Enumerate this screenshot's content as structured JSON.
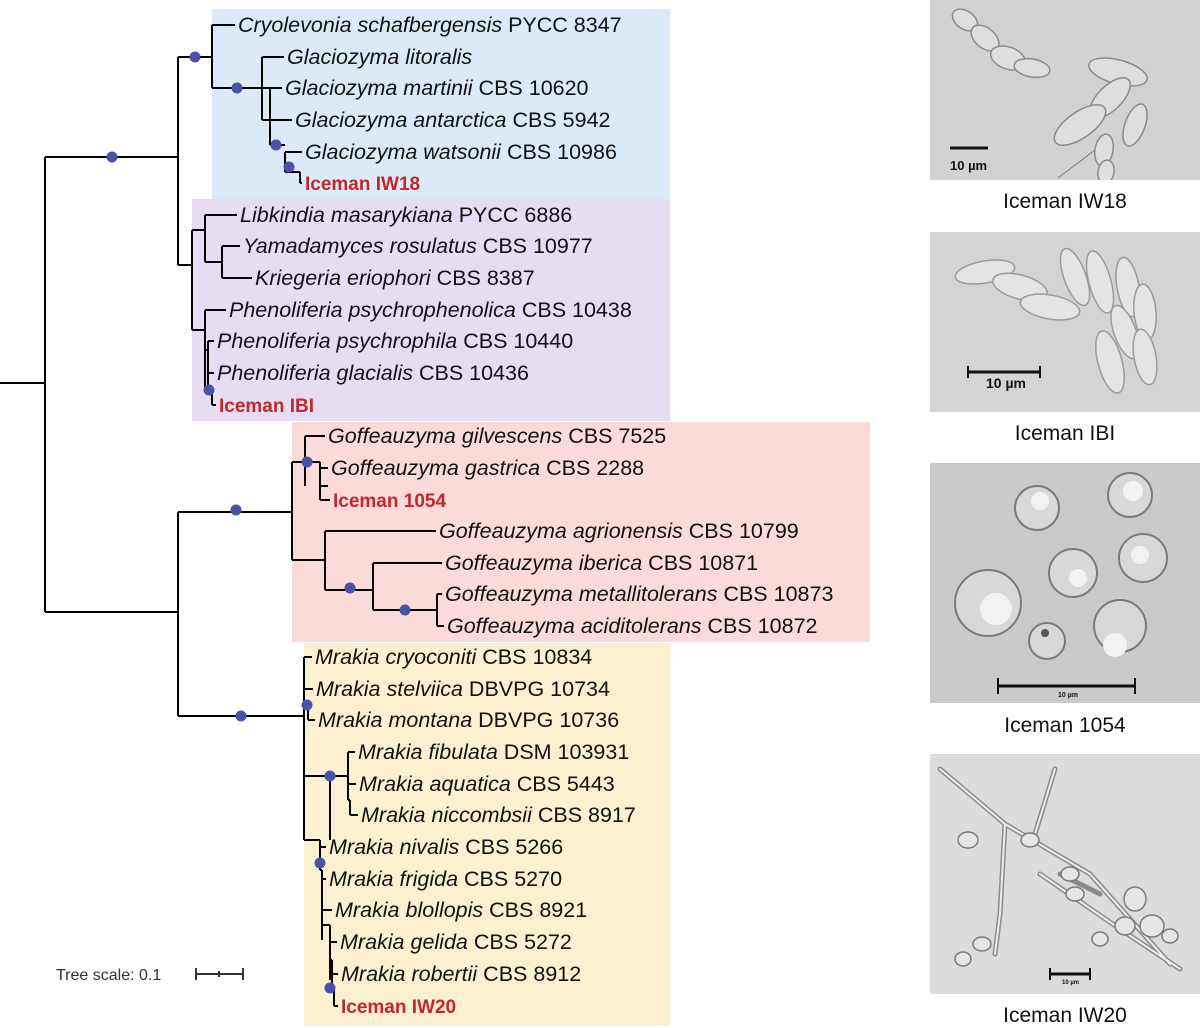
{
  "clades": [
    {
      "name": "blue",
      "color": "#dce9f8"
    },
    {
      "name": "purple",
      "color": "#e6ddf3"
    },
    {
      "name": "red",
      "color": "#fbdada"
    },
    {
      "name": "yellow",
      "color": "#fcf0d1"
    }
  ],
  "taxa": [
    {
      "species": "Cryolevonia schafbergensis",
      "strain": "PYCC 8347",
      "iceman": false
    },
    {
      "species": "Glaciozyma litoralis",
      "strain": "",
      "iceman": false
    },
    {
      "species": "Glaciozyma martinii",
      "strain": "CBS 10620",
      "iceman": false
    },
    {
      "species": "Glaciozyma antarctica",
      "strain": "CBS 5942",
      "iceman": false
    },
    {
      "species": "Glaciozyma watsonii",
      "strain": "CBS 10986",
      "iceman": false
    },
    {
      "species": "",
      "strain": "Iceman IW18",
      "iceman": true
    },
    {
      "species": "Libkindia masarykiana",
      "strain": "PYCC 6886",
      "iceman": false
    },
    {
      "species": "Yamadamyces rosulatus",
      "strain": "CBS 10977",
      "iceman": false
    },
    {
      "species": "Kriegeria eriophori",
      "strain": "CBS 8387",
      "iceman": false
    },
    {
      "species": "Phenoliferia psychrophenolica",
      "strain": "CBS 10438",
      "iceman": false
    },
    {
      "species": "Phenoliferia psychrophila",
      "strain": "CBS 10440",
      "iceman": false
    },
    {
      "species": "Phenoliferia glacialis",
      "strain": "CBS 10436",
      "iceman": false
    },
    {
      "species": "",
      "strain": "Iceman IBI",
      "iceman": true
    },
    {
      "species": "Goffeauzyma gilvescens",
      "strain": "CBS 7525",
      "iceman": false
    },
    {
      "species": "Goffeauzyma gastrica",
      "strain": "CBS 2288",
      "iceman": false
    },
    {
      "species": "",
      "strain": "Iceman 1054",
      "iceman": true
    },
    {
      "species": "Goffeauzyma agrionensis",
      "strain": "CBS 10799",
      "iceman": false
    },
    {
      "species": "Goffeauzyma iberica",
      "strain": "CBS 10871",
      "iceman": false
    },
    {
      "species": "Goffeauzyma metallitolerans",
      "strain": "CBS 10873",
      "iceman": false
    },
    {
      "species": "Goffeauzyma aciditolerans",
      "strain": "CBS 10872",
      "iceman": false
    },
    {
      "species": "Mrakia cryoconiti",
      "strain": "CBS 10834",
      "iceman": false
    },
    {
      "species": "Mrakia stelviica",
      "strain": "DBVPG 10734",
      "iceman": false
    },
    {
      "species": "Mrakia montana",
      "strain": "DBVPG 10736",
      "iceman": false
    },
    {
      "species": "Mrakia fibulata",
      "strain": "DSM 103931",
      "iceman": false
    },
    {
      "species": "Mrakia aquatica",
      "strain": "CBS 5443",
      "iceman": false
    },
    {
      "species": "Mrakia niccombsii",
      "strain": "CBS 8917",
      "iceman": false
    },
    {
      "species": "Mrakia nivalis",
      "strain": "CBS 5266",
      "iceman": false
    },
    {
      "species": "Mrakia frigida",
      "strain": "CBS 5270",
      "iceman": false
    },
    {
      "species": "Mrakia blollopis",
      "strain": "CBS 8921",
      "iceman": false
    },
    {
      "species": "Mrakia gelida",
      "strain": "CBS 5272",
      "iceman": false
    },
    {
      "species": "Mrakia robertii",
      "strain": "CBS 8912",
      "iceman": false
    },
    {
      "species": "",
      "strain": "Iceman IW20",
      "iceman": true
    }
  ],
  "tree_scale_label": "Tree scale: 0.1",
  "micrographs": [
    {
      "caption": "Iceman IW18",
      "scalebar": "10 µm"
    },
    {
      "caption": "Iceman IBI",
      "scalebar": "10 µm"
    },
    {
      "caption": "Iceman 1054",
      "scalebar": "10 µm"
    },
    {
      "caption": "Iceman IW20",
      "scalebar": "10 µm"
    }
  ],
  "colors": {
    "node": "#4a52a8",
    "iceman_label": "#c1272d",
    "branch": "#000000"
  }
}
